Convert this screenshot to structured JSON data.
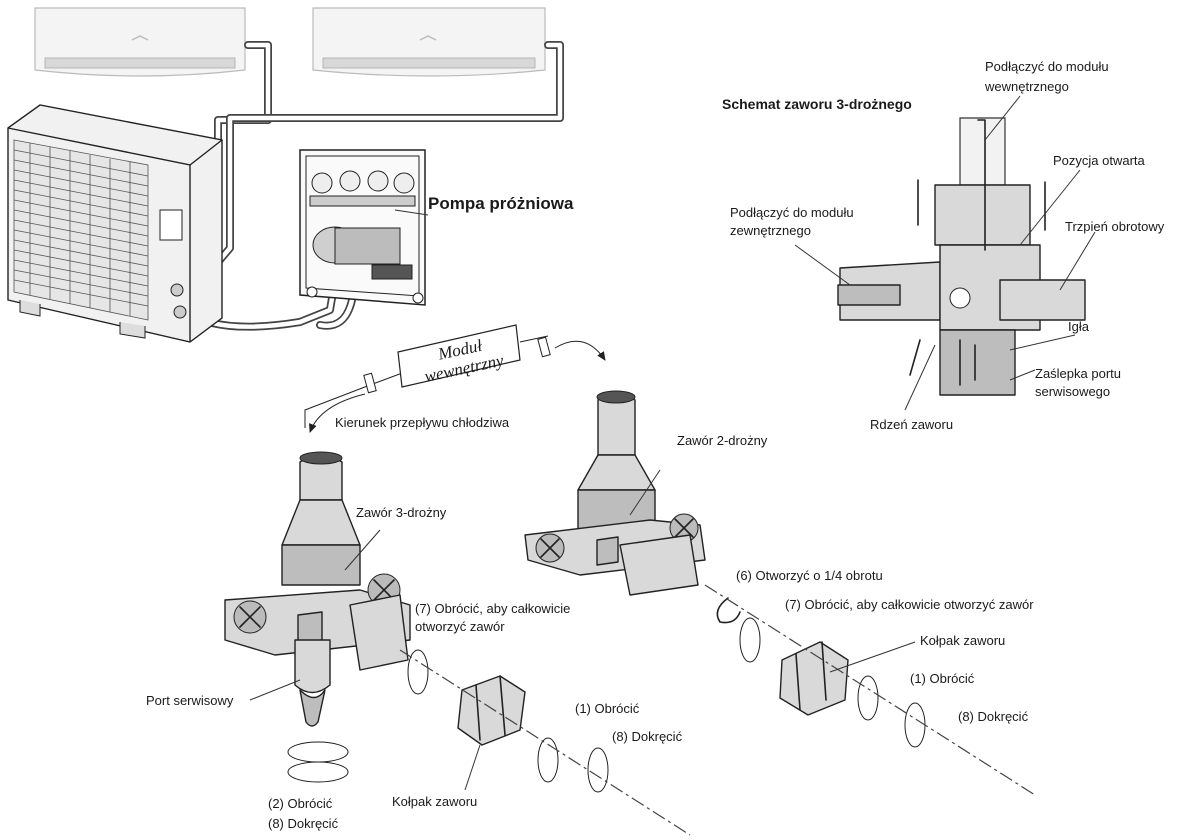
{
  "schematic": {
    "title": "Schemat zaworu 3-drożnego",
    "connect_indoor": [
      "Podłączyć do modułu",
      "wewnętrznego"
    ],
    "connect_outdoor": [
      "Podłączyć do modułu",
      "zewnętrznego"
    ],
    "open_position": "Pozycja otwarta",
    "rotating_stem": "Trzpień obrotowy",
    "needle": "Igła",
    "service_port_cap": [
      "Zaślepka portu",
      "serwisowego"
    ],
    "valve_core": "Rdzeń zaworu"
  },
  "pump": {
    "label": "Pompa próżniowa"
  },
  "flow": {
    "indoor_module": [
      "Moduł",
      "wewnętrzny"
    ],
    "direction": "Kierunek przepływu chłodziwa"
  },
  "three_way": {
    "valve": "Zawór 3-drożny",
    "step7": [
      "(7) Obrócić, aby całkowicie",
      "otworzyć zawór"
    ],
    "service_port": "Port serwisowy",
    "step2": "(2) Obrócić",
    "step8_port": "(8) Dokręcić",
    "cap": "Kołpak zaworu",
    "step1": "(1) Obrócić",
    "step8": "(8) Dokręcić"
  },
  "two_way": {
    "valve": "Zawór 2-drożny",
    "step6": "(6) Otworzyć o 1/4 obrotu",
    "step7": "(7) Obrócić, aby całkowicie otworzyć zawór",
    "cap": "Kołpak zaworu",
    "step1": "(1) Obrócić",
    "step8": "(8) Dokręcić"
  }
}
